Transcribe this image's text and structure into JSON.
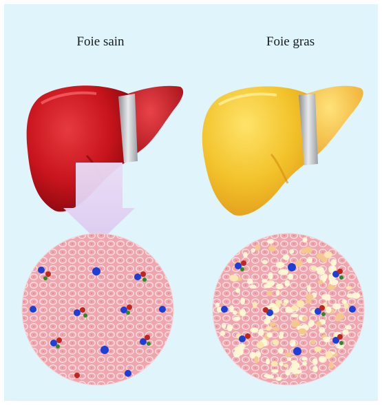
{
  "labels": {
    "healthy": "Foie sain",
    "fatty": "Foie gras"
  },
  "colors": {
    "background": "#dff5fb",
    "healthy_liver": "#c8141c",
    "fatty_liver": "#f2c22a",
    "tissue": "#f0a6ae",
    "nucleus": "#1d3fd6",
    "fat_droplet": "#fff3c8",
    "arrow": "#e8d6f4"
  },
  "icons": [
    "healthy-liver-illustration",
    "fatty-liver-illustration",
    "down-arrow",
    "healthy-tissue-circle",
    "fatty-tissue-circle"
  ]
}
